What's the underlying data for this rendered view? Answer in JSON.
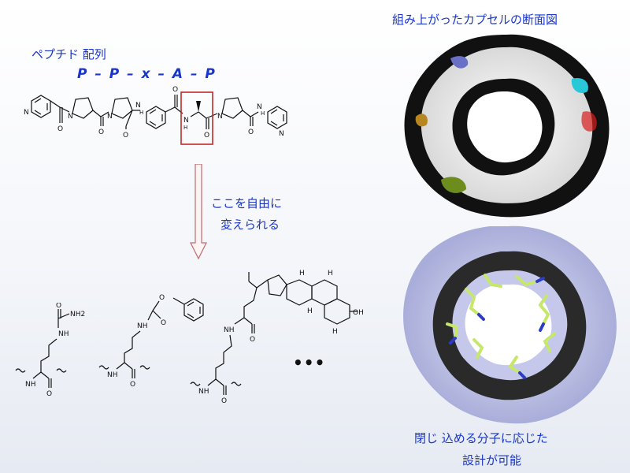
{
  "labels": {
    "peptide_sequence": "ペプチド 配列",
    "sequence_formula": "P – P – x – A – P",
    "capsule_cross_section": "組み上がったカプセルの断面図",
    "freely_changeable_line1": "ここを自由に",
    "freely_changeable_line2": "変えられる",
    "design_line1": "閉じ 込める分子に応じた",
    "design_line2": "設計が可能",
    "more": "•••"
  },
  "atoms": {
    "n": "N",
    "o": "O",
    "h": "H",
    "nh": "NH",
    "nh2": "NH2",
    "oh": "OH"
  },
  "colors": {
    "label_blue": "#1a35c9",
    "highlight_red": "#c0282a",
    "arrow_red": "#c46a6a",
    "capsule_lavender": "#b9bde6",
    "stick_green": "#c6e86a"
  }
}
